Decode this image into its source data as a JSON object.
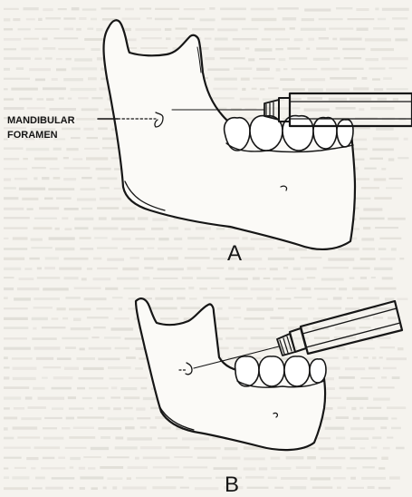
{
  "figure": {
    "label_line1": "MANDIBULAR",
    "label_line2": "FORAMEN",
    "panel_a": "A",
    "panel_b": "B"
  }
}
